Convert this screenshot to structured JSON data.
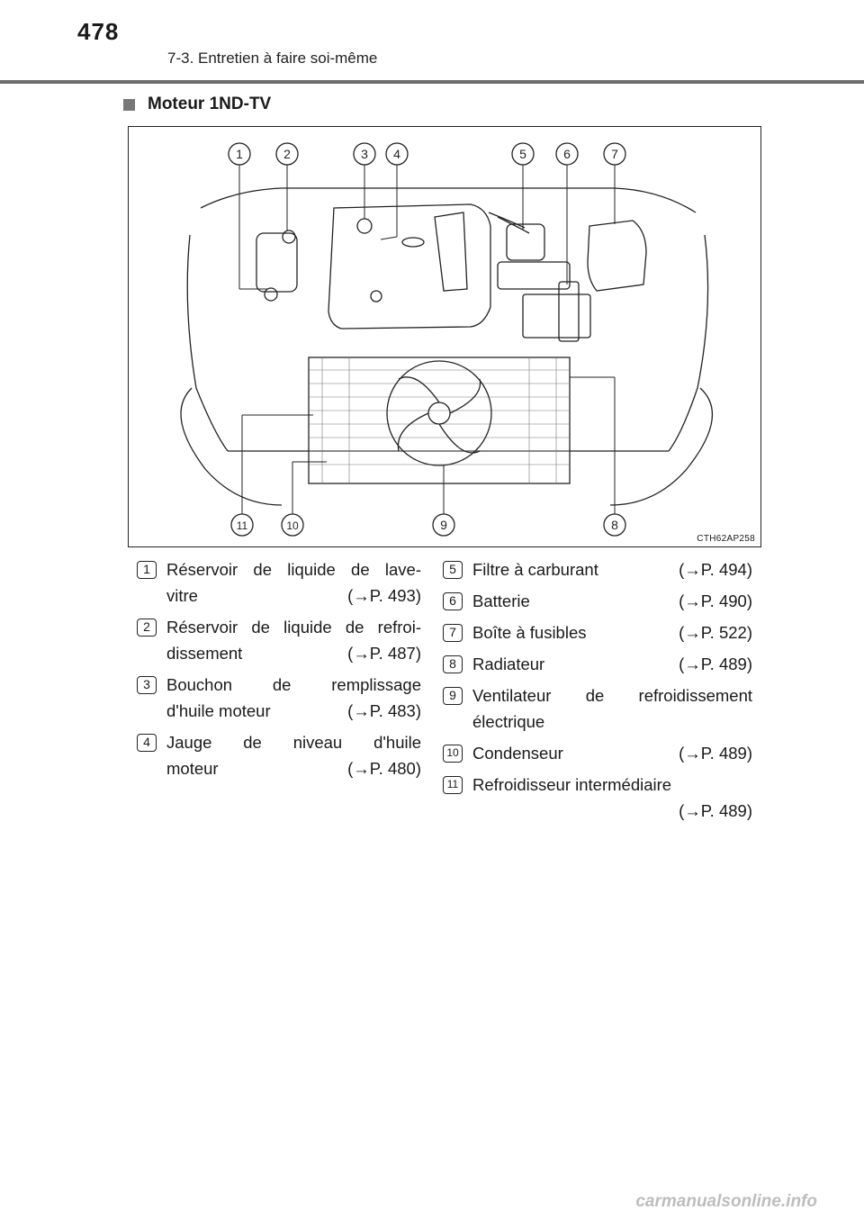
{
  "header": {
    "page_number": "478",
    "section": "7-3. Entretien à faire soi-même"
  },
  "subheading": "Moteur 1ND-TV",
  "figure": {
    "code": "CTH62AP258",
    "callouts_top": [
      "1",
      "2",
      "3",
      "4",
      "5",
      "6",
      "7"
    ],
    "callouts_bottom": [
      "11",
      "10",
      "9",
      "8"
    ]
  },
  "legend": {
    "left": [
      {
        "num": "1",
        "line1": "Réservoir de liquide de lave-",
        "line2": "vitre",
        "ref": "(→P. 493)"
      },
      {
        "num": "2",
        "line1": "Réservoir de liquide de refroi-",
        "line2": "dissement",
        "ref": "(→P. 487)"
      },
      {
        "num": "3",
        "line1": "Bouchon de remplissage",
        "line2": "d'huile moteur",
        "ref": "(→P. 483)"
      },
      {
        "num": "4",
        "line1": "Jauge de niveau d'huile",
        "line2": "moteur",
        "ref": "(→P. 480)"
      }
    ],
    "right": [
      {
        "num": "5",
        "line1": "Filtre à carburant",
        "ref": "(→P. 494)"
      },
      {
        "num": "6",
        "line1": "Batterie",
        "ref": "(→P. 490)"
      },
      {
        "num": "7",
        "line1": "Boîte à fusibles",
        "ref": "(→P. 522)"
      },
      {
        "num": "8",
        "line1": "Radiateur",
        "ref": "(→P. 489)"
      },
      {
        "num": "9",
        "line1": "Ventilateur de refroidissement",
        "line2": "électrique"
      },
      {
        "num": "10",
        "line1": "Condenseur",
        "ref": "(→P. 489)"
      },
      {
        "num": "11",
        "line1": "Refroidisseur intermédiaire",
        "ref": "(→P. 489)"
      }
    ]
  },
  "watermark": "carmanualsonline.info"
}
